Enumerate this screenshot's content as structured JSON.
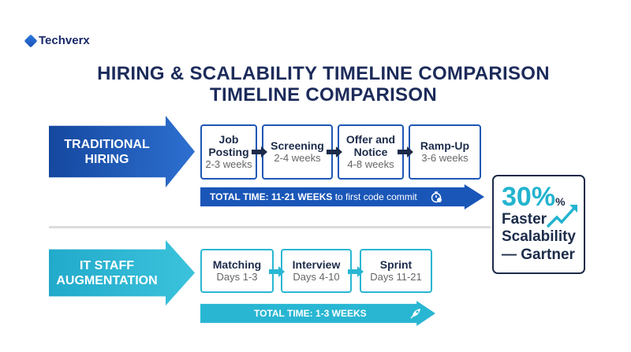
{
  "brand": {
    "name": "Techverx"
  },
  "title": {
    "line1": "HIRING & SCALABILITY TIMELINE COMPARISON",
    "line2": "TIMELINE COMPARISON"
  },
  "traditional": {
    "label_line1": "TRADITIONAL",
    "label_line2": "HIRING",
    "color": "#1a56b8",
    "steps": [
      {
        "name": "Job Posting",
        "duration": "2-3 weeks"
      },
      {
        "name": "Screening",
        "duration": "2-4 weeks"
      },
      {
        "name": "Offer and Notice",
        "duration": "4-8 weeks"
      },
      {
        "name": "Ramp-Up",
        "duration": "3-6 weeks"
      }
    ],
    "total_bold": "TOTAL TIME: 11-21 WEEKS",
    "total_rest": "to first code commit"
  },
  "augmentation": {
    "label_line1": "IT STAFF",
    "label_line2": "AUGMENTATION",
    "color": "#29b6d3",
    "steps": [
      {
        "name": "Matching",
        "duration": "Days 1-3"
      },
      {
        "name": "Interview",
        "duration": "Days 4-10"
      },
      {
        "name": "Sprint",
        "duration": "Days 11-21"
      }
    ],
    "total_bold": "TOTAL TIME: 1-3 WEEKS"
  },
  "stat": {
    "value": "30%",
    "small_pct": "%",
    "line1": "Faster",
    "line2": "Scalability",
    "line3": "— Gartner"
  }
}
